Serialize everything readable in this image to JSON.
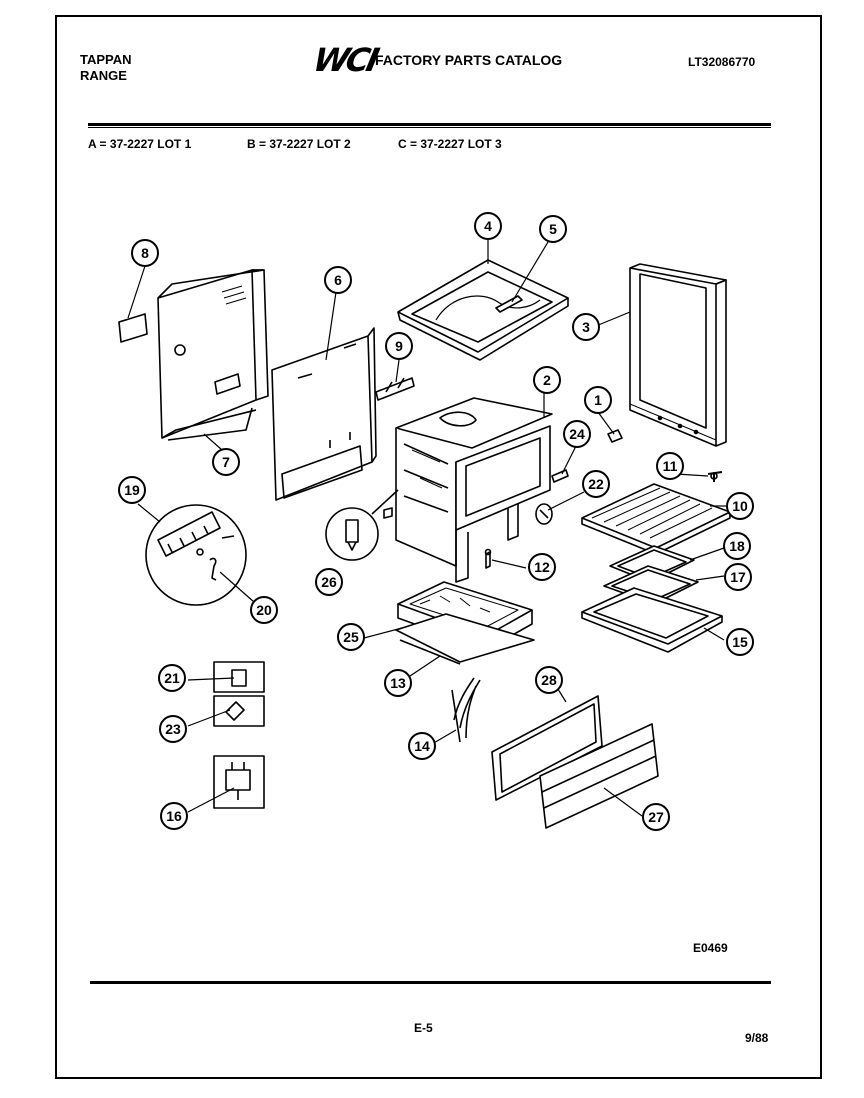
{
  "header": {
    "brand": "TAPPAN",
    "product": "RANGE",
    "logo_text": "WCI",
    "catalog_title": "FACTORY PARTS CATALOG",
    "model_number": "LT32086770"
  },
  "lots": {
    "a": "A = 37-2227 LOT 1",
    "b": "B = 37-2227 LOT 2",
    "c": "C = 37-2227 LOT 3"
  },
  "parts": [
    {
      "id": "part-1",
      "number": "1"
    },
    {
      "id": "part-2",
      "number": "2"
    },
    {
      "id": "part-3",
      "number": "3"
    },
    {
      "id": "part-4",
      "number": "4"
    },
    {
      "id": "part-5",
      "number": "5"
    },
    {
      "id": "part-6",
      "number": "6"
    },
    {
      "id": "part-7",
      "number": "7"
    },
    {
      "id": "part-8",
      "number": "8"
    },
    {
      "id": "part-9",
      "number": "9"
    },
    {
      "id": "part-10",
      "number": "10"
    },
    {
      "id": "part-11",
      "number": "11"
    },
    {
      "id": "part-12",
      "number": "12"
    },
    {
      "id": "part-13",
      "number": "13"
    },
    {
      "id": "part-14",
      "number": "14"
    },
    {
      "id": "part-15",
      "number": "15"
    },
    {
      "id": "part-16",
      "number": "16"
    },
    {
      "id": "part-17",
      "number": "17"
    },
    {
      "id": "part-18",
      "number": "18"
    },
    {
      "id": "part-19",
      "number": "19"
    },
    {
      "id": "part-20",
      "number": "20"
    },
    {
      "id": "part-21",
      "number": "21"
    },
    {
      "id": "part-22",
      "number": "22"
    },
    {
      "id": "part-23",
      "number": "23"
    },
    {
      "id": "part-24",
      "number": "24"
    },
    {
      "id": "part-25",
      "number": "25"
    },
    {
      "id": "part-26",
      "number": "26"
    },
    {
      "id": "part-27",
      "number": "27"
    },
    {
      "id": "part-28",
      "number": "28"
    }
  ],
  "footer": {
    "diagram_code": "E0469",
    "page_number": "E-5",
    "date_code": "9/88"
  }
}
